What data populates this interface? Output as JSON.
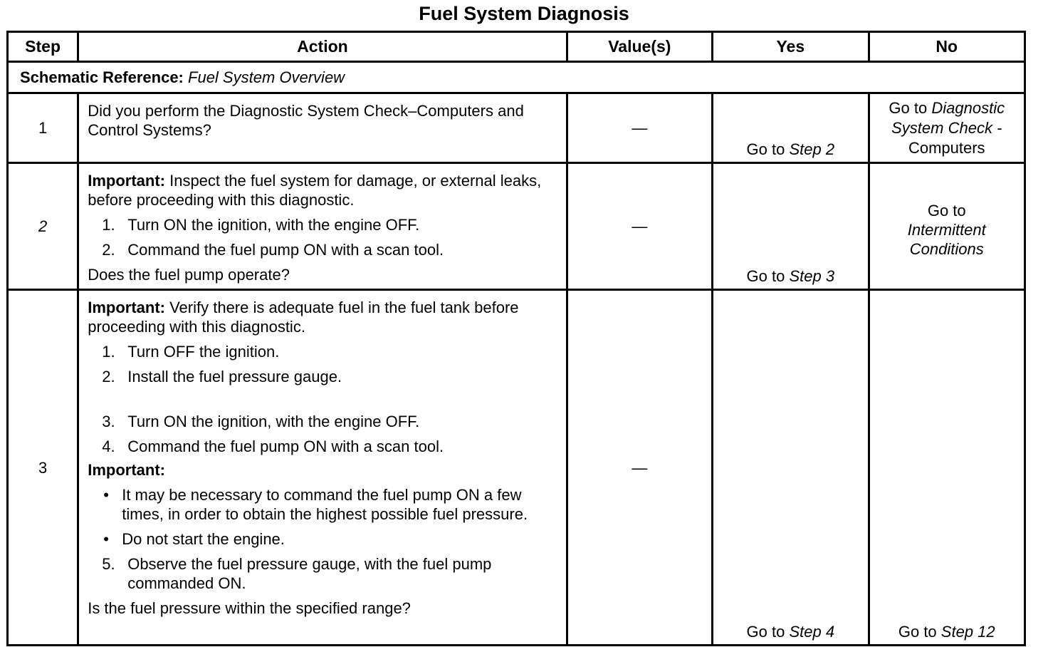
{
  "title": "Fuel System Diagnosis",
  "headers": {
    "step": "Step",
    "action": "Action",
    "values": "Value(s)",
    "yes": "Yes",
    "no": "No"
  },
  "schematic": {
    "label": "Schematic Reference:",
    "value": "Fuel System Overview"
  },
  "rows": [
    {
      "step": "1",
      "action_text": "Did you perform the Diagnostic System Check–Computers and Control Systems?",
      "value": "—",
      "yes_prefix": "Go to",
      "yes_link": "Step 2",
      "no_prefix": "Go to",
      "no_link": "Diagnostic System Check -",
      "no_suffix": "Computers"
    },
    {
      "step": "2",
      "important_label": "Important:",
      "important_text": "Inspect the fuel system for damage, or external leaks, before proceeding with this diagnostic.",
      "items": [
        {
          "num": "1.",
          "text": "Turn ON the ignition, with the engine OFF."
        },
        {
          "num": "2.",
          "text": "Command the fuel pump ON with a scan tool."
        }
      ],
      "question": "Does the fuel pump operate?",
      "value": "—",
      "yes_prefix": "Go to",
      "yes_link": "Step 3",
      "no_prefix": "Go to",
      "no_link": "Intermittent Conditions"
    },
    {
      "step": "3",
      "important_label": "Important:",
      "important_text": "Verify there is adequate fuel in the fuel tank before proceeding with this diagnostic.",
      "items_a": [
        {
          "num": "1.",
          "text": "Turn OFF the ignition."
        },
        {
          "num": "2.",
          "text": "Install the fuel pressure gauge."
        }
      ],
      "items_b": [
        {
          "num": "3.",
          "text": "Turn ON the ignition, with the engine OFF."
        },
        {
          "num": "4.",
          "text": "Command the fuel pump ON with a scan tool."
        }
      ],
      "important2_label": "Important:",
      "bullets": [
        "It may be necessary to command the fuel pump ON a few times, in order to obtain the highest possible fuel pressure.",
        "Do not start the engine."
      ],
      "items_c": [
        {
          "num": "5.",
          "text": "Observe the fuel pressure gauge, with the fuel pump commanded ON."
        }
      ],
      "question": "Is the fuel pressure within the specified range?",
      "value": "—",
      "yes_prefix": "Go to",
      "yes_link": "Step 4",
      "no_prefix": "Go to",
      "no_link": "Step 12"
    }
  ]
}
